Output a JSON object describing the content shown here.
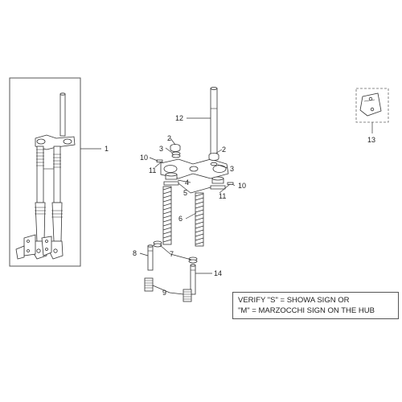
{
  "callouts": {
    "c1": "1",
    "c2a": "2",
    "c2b": "2",
    "c3a": "3",
    "c3b": "3",
    "c4": "4",
    "c5": "5",
    "c6": "6",
    "c7": "7",
    "c8": "8",
    "c9": "9",
    "c10a": "10",
    "c10b": "10",
    "c11a": "11",
    "c11b": "11",
    "c12": "12",
    "c13": "13",
    "c14": "14"
  },
  "note": {
    "line1": "VERIFY \"S\" = SHOWA SIGN OR",
    "line2": "\"M\" = MARZOCCHI SIGN ON THE HUB"
  },
  "colors": {
    "line": "#333333",
    "fill": "#ffffff"
  }
}
